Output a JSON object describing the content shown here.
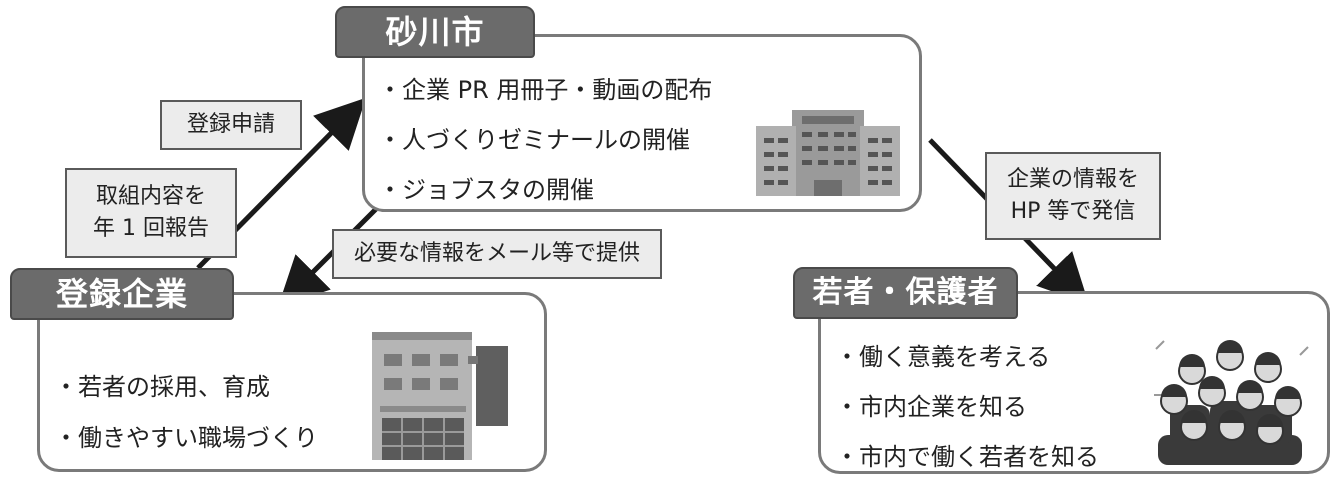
{
  "city": {
    "title": "砂川市",
    "items": [
      "・企業 PR 用冊子・動画の配布",
      "・人づくりゼミナールの開催",
      "・ジョブスタの開催"
    ],
    "icon": "office-building-icon"
  },
  "companies": {
    "title": "登録企業",
    "items": [
      "・若者の採用、育成",
      "・働きやすい職場づくり"
    ],
    "icon": "company-building-icon"
  },
  "youth": {
    "title": "若者・保護者",
    "items": [
      "・働く意義を考える",
      "・市内企業を知る",
      "・市内で働く若者を知る"
    ],
    "icon": "cheering-crowd-icon"
  },
  "flows": {
    "registration": "登録申請",
    "annual_report": [
      "取組内容を",
      "年 1 回報告"
    ],
    "info_by_mail": "必要な情報をメール等で提供",
    "publish_hp": [
      "企業の情報を",
      "HP 等で発信"
    ]
  },
  "colors": {
    "box_border": "#7a7a7a",
    "tab_fill": "#6b6b6b",
    "label_fill": "#ececec",
    "arrow": "#1a1a1a"
  }
}
